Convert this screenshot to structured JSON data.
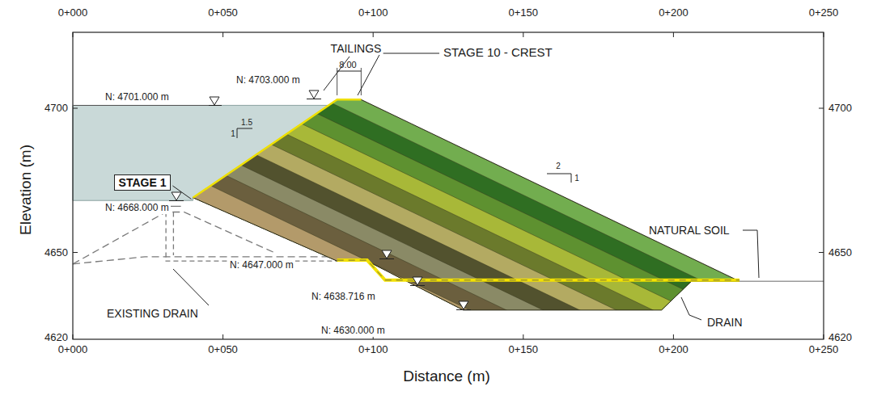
{
  "diagram": {
    "nodes": [
      {
        "text": [
          "STAGE 1"
        ]
      }
    ],
    "labels": [
      "0+000",
      "0+050",
      "0+100",
      "0+150",
      "0+200",
      "0+250",
      "0+000",
      "0+050",
      "0+100",
      "0+150",
      "0+200",
      "0+250",
      "4700",
      "4650",
      "4620",
      "4700",
      "4650",
      "4620",
      "Elevation (m)",
      "Distance (m)",
      "TAILINGS",
      "STAGE 10 - CREST",
      "8.00",
      "N: 4701.000 m",
      "N: 4703.000 m",
      "1",
      "1.5",
      "2",
      "1",
      "N: 4668.000 m",
      "N: 4647.000 m",
      "EXISTING DRAIN",
      "N: 4638.716 m",
      "N: 4630.000 m",
      "NATURAL SOIL",
      "DRAIN"
    ]
  }
}
